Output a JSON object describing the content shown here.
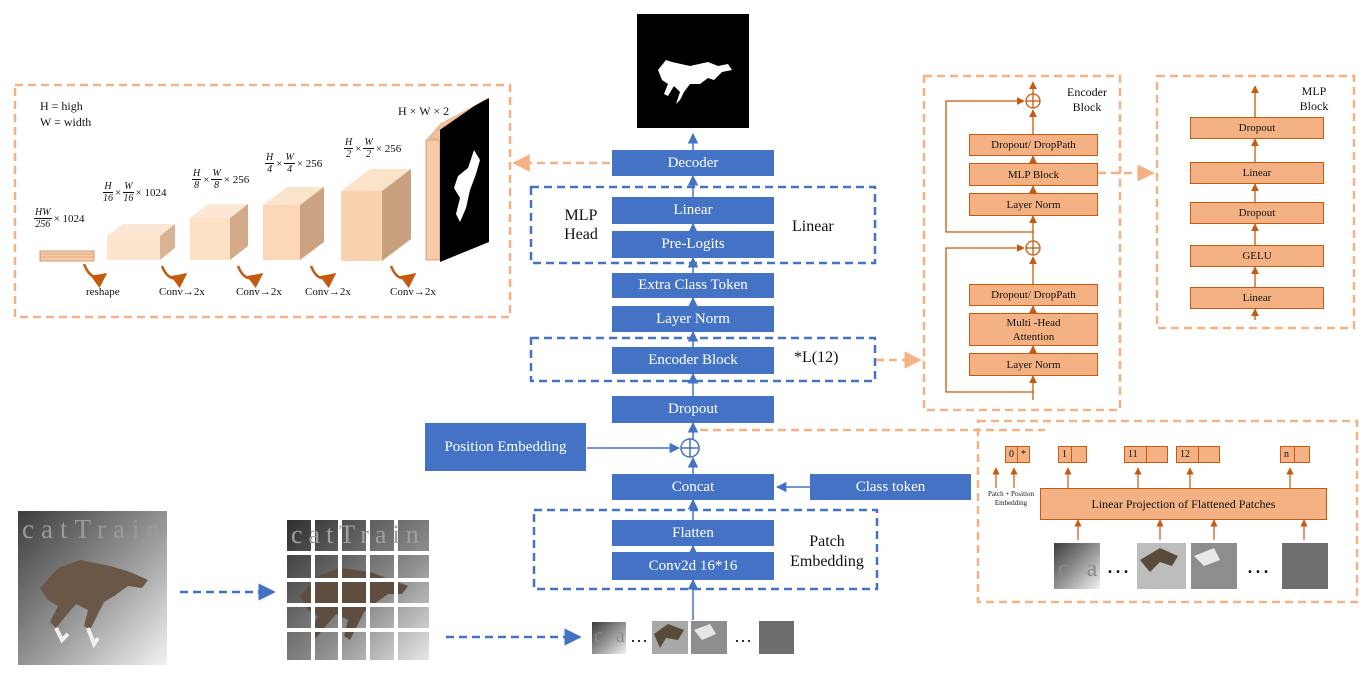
{
  "decoder_mask": {
    "caption": "H × W × 2"
  },
  "legend": {
    "line1": "H = high",
    "line2": "W = width"
  },
  "decoder_shapes": {
    "s0": {
      "num": "HW",
      "den": "256",
      "rest": "× 1024"
    },
    "s1": {
      "num1": "H",
      "den1": "16",
      "num2": "W",
      "den2": "16",
      "rest": "× 1024"
    },
    "s2": {
      "num1": "H",
      "den1": "8",
      "num2": "W",
      "den2": "8",
      "rest": "× 256"
    },
    "s3": {
      "num1": "H",
      "den1": "4",
      "num2": "W",
      "den2": "4",
      "rest": "× 256"
    },
    "s4": {
      "num1": "H",
      "den1": "2",
      "num2": "W",
      "den2": "2",
      "rest": "× 256"
    }
  },
  "decoder_ops": [
    "reshape",
    "Conv→2x",
    "Conv→2x",
    "Conv→2x",
    "Conv→2x"
  ],
  "pipeline": {
    "decoder": "Decoder",
    "linear": "Linear",
    "pre_logits": "Pre-Logits",
    "mlp_head_line1": "MLP",
    "mlp_head_line2": "Head",
    "linear_side": "Linear",
    "extra_class_token": "Extra Class Token",
    "layer_norm": "Layer Norm",
    "encoder_block": "Encoder Block",
    "repeat": "*L(12)",
    "dropout": "Dropout",
    "position_embedding": "Position Embedding",
    "concat": "Concat",
    "class_token": "Class token",
    "flatten": "Flatten",
    "conv2d": "Conv2d 16*16",
    "patch_emb_line1": "Patch",
    "patch_emb_line2": "Embedding"
  },
  "encoder_block": {
    "title_line1": "Encoder",
    "title_line2": "Block",
    "dropout_path_top": "Dropout/ DropPath",
    "mlp_block": "MLP Block",
    "layer_norm_top": "Layer Norm",
    "dropout_path_bottom": "Dropout/ DropPath",
    "mha_line1": "Multi -Head",
    "mha_line2": "Attention",
    "layer_norm_bottom": "Layer Norm"
  },
  "mlp_block": {
    "title_line1": "MLP",
    "title_line2": "Block",
    "layers": [
      "Dropout",
      "Linear",
      "Dropout",
      "GELU",
      "Linear"
    ]
  },
  "patch_panel": {
    "tokens": [
      "0",
      "*",
      "1",
      "11",
      "12",
      "n"
    ],
    "linear_projection": "Linear Projection of Flattened Patches",
    "pos_label_line1": "Patch + Position",
    "pos_label_line2": "Embedding",
    "ellipsis": "…",
    "patch_letters": "c a"
  },
  "input_image": {
    "text": "catTrain"
  },
  "grid_image": {
    "text": "catTrain"
  },
  "strip": {
    "patch_letters": "c a",
    "ellipsis": "…"
  },
  "colors": {
    "blue": "#4472c4",
    "orange_fill": "#f4b183",
    "orange_line": "#f4b183",
    "orange_dark": "#c55a11"
  }
}
